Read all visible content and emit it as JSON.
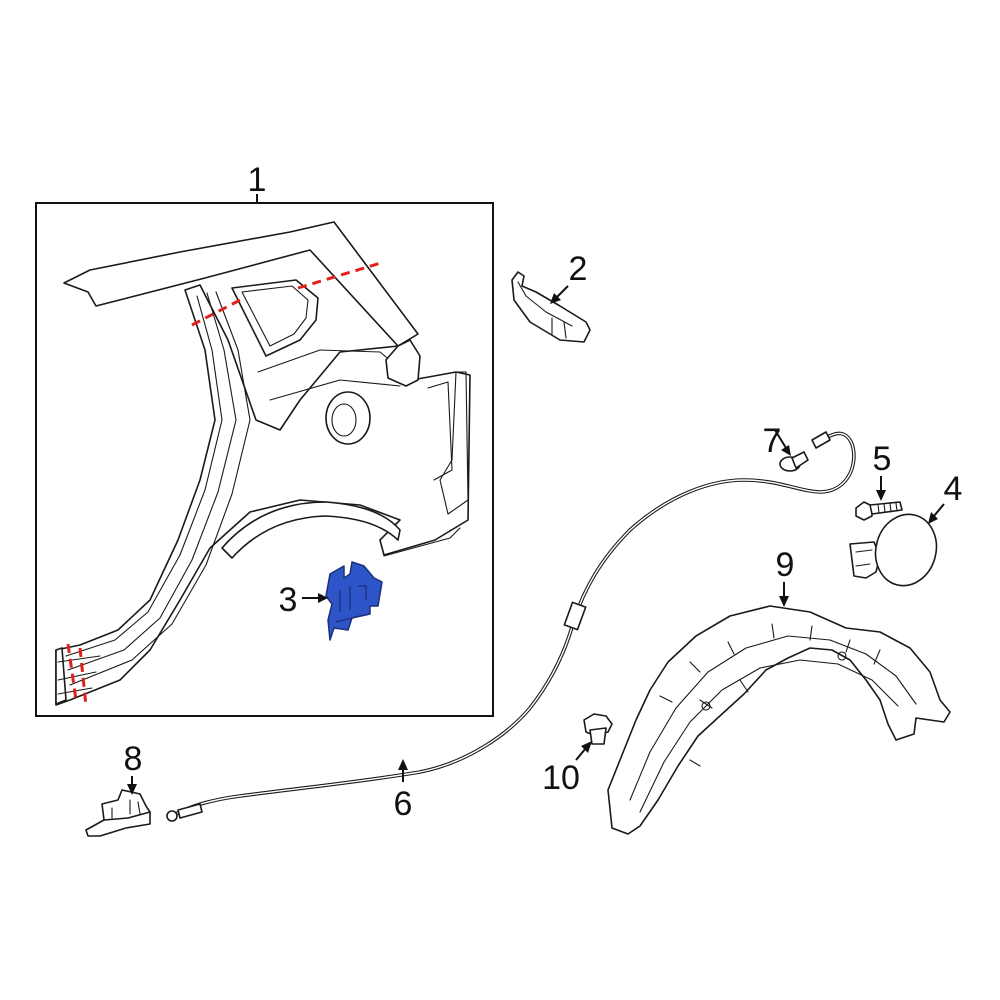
{
  "diagram": {
    "type": "exploded-parts-diagram",
    "highlight_color": "#2E55C8",
    "highlight_stroke": "#1B2F7A",
    "cut_line_color": "#E0201A",
    "line_color": "#1A1A1A"
  },
  "callouts": [
    {
      "id": "1",
      "label": "1",
      "part": "quarter-panel"
    },
    {
      "id": "2",
      "label": "2",
      "part": "bracket"
    },
    {
      "id": "3",
      "label": "3",
      "part": "reinforcement-highlighted"
    },
    {
      "id": "4",
      "label": "4",
      "part": "fuel-door"
    },
    {
      "id": "5",
      "label": "5",
      "part": "bolt"
    },
    {
      "id": "6",
      "label": "6",
      "part": "release-cable"
    },
    {
      "id": "7",
      "label": "7",
      "part": "grommet"
    },
    {
      "id": "8",
      "label": "8",
      "part": "cable-clip"
    },
    {
      "id": "9",
      "label": "9",
      "part": "fender-liner"
    },
    {
      "id": "10",
      "label": "10",
      "part": "push-nut"
    }
  ]
}
